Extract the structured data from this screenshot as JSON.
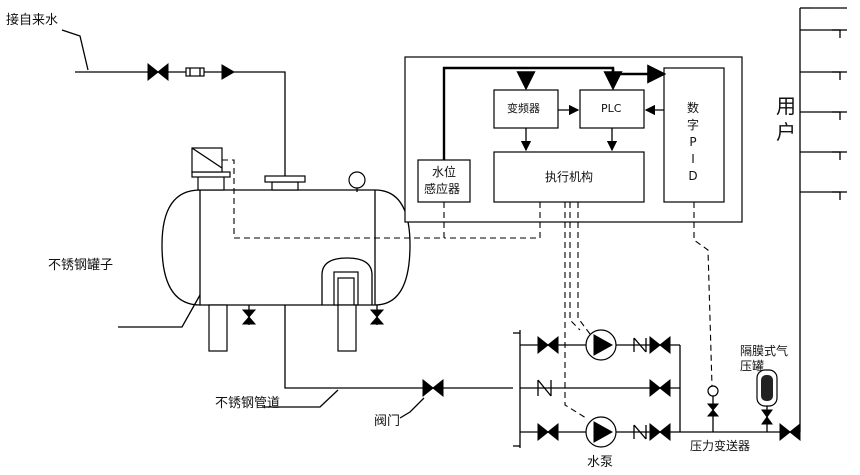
{
  "labels": {
    "water_inlet": "接自来水",
    "tank": "不锈钢罐子",
    "pipe": "不锈钢管道",
    "valve": "阀门",
    "pump": "水泵",
    "pressure_transmitter": "压力变送器",
    "diaphragm_tank_line1": "隔膜式气",
    "diaphragm_tank_line2": "压罐",
    "water_level_sensor_line1": "水位",
    "water_level_sensor_line2": "感应器",
    "inverter": "变频器",
    "plc": "PLC",
    "actuator": "执行机构",
    "pid": [
      "数",
      "字",
      "P",
      "I",
      "D"
    ],
    "users": [
      "用",
      "户"
    ]
  }
}
